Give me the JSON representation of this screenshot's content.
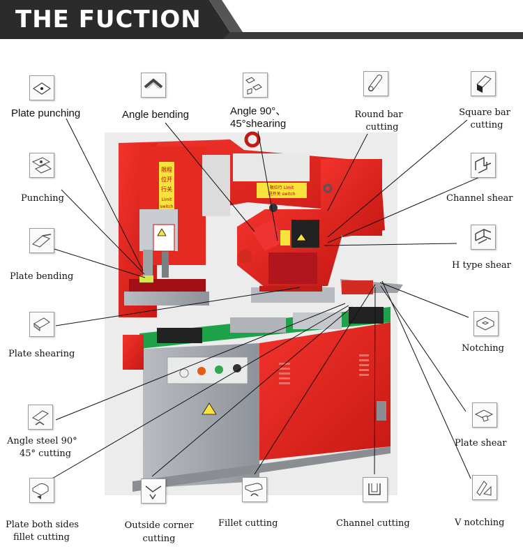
{
  "header": {
    "title": "THE FUCTION"
  },
  "machine_texts": {
    "sign_left": [
      "限程",
      "位开",
      "行关",
      "Limit",
      "switch"
    ],
    "sign_top": "限位行 Limit",
    "sign_top2": "程开关 switch"
  },
  "functions": [
    {
      "id": "plate-punching",
      "lines": [
        "Plate punching"
      ],
      "icon": "plate-punching-icon"
    },
    {
      "id": "angle-bending",
      "lines": [
        "Angle bending"
      ],
      "icon": "angle-bending-icon"
    },
    {
      "id": "angle-shearing",
      "lines": [
        "Angle 90°、",
        "45°shearing"
      ],
      "icon": "angle-shearing-icon"
    },
    {
      "id": "round-bar-cutting",
      "lines": [
        "Round bar",
        "cutting"
      ],
      "icon": "round-bar-icon"
    },
    {
      "id": "square-bar-cutting",
      "lines": [
        "Square bar",
        "cutting"
      ],
      "icon": "square-bar-icon"
    },
    {
      "id": "punching",
      "lines": [
        "Punching"
      ],
      "icon": "punching-icon"
    },
    {
      "id": "channel-shear",
      "lines": [
        "Channel shear"
      ],
      "icon": "channel-shear-icon"
    },
    {
      "id": "plate-bending",
      "lines": [
        "Plate bending"
      ],
      "icon": "plate-bending-icon"
    },
    {
      "id": "h-type-shear",
      "lines": [
        "H type shear"
      ],
      "icon": "h-type-shear-icon"
    },
    {
      "id": "plate-shearing",
      "lines": [
        "Plate shearing"
      ],
      "icon": "plate-shearing-icon"
    },
    {
      "id": "notching",
      "lines": [
        "Notching"
      ],
      "icon": "notching-icon"
    },
    {
      "id": "angle-steel-cutting",
      "lines": [
        "Angle steel 90°",
        "45° cutting"
      ],
      "icon": "angle-steel-icon"
    },
    {
      "id": "plate-shear",
      "lines": [
        "Plate shear"
      ],
      "icon": "plate-shear-icon"
    },
    {
      "id": "plate-both-sides-fillet",
      "lines": [
        "Plate both sides",
        "fillet cutting"
      ],
      "icon": "plate-fillet-icon"
    },
    {
      "id": "outside-corner-cutting",
      "lines": [
        "Outside corner",
        "cutting"
      ],
      "icon": "outside-corner-icon"
    },
    {
      "id": "fillet-cutting",
      "lines": [
        "Fillet cutting"
      ],
      "icon": "fillet-icon"
    },
    {
      "id": "channel-cutting",
      "lines": [
        "Channel cutting"
      ],
      "icon": "channel-cutting-icon"
    },
    {
      "id": "v-notching",
      "lines": [
        "V notching"
      ],
      "icon": "v-notching-icon"
    }
  ]
}
